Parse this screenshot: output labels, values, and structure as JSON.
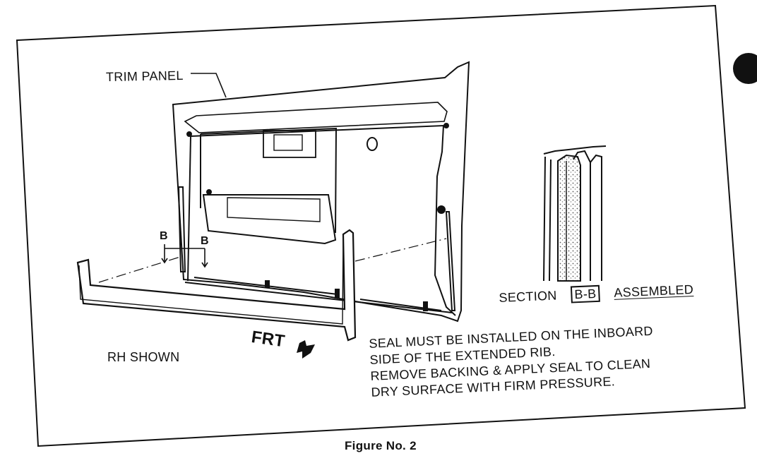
{
  "labels": {
    "trim_panel": "TRIM PANEL",
    "rh_shown": "RH SHOWN",
    "section": "SECTION",
    "section_ref": "B-B",
    "assembled": "ASSEMBLED",
    "frt": "FRT",
    "b_left": "B",
    "b_right": "B"
  },
  "notes": {
    "line1": "SEAL MUST BE INSTALLED ON THE INBOARD",
    "line2": "SIDE OF THE EXTENDED RIB.",
    "line3": "REMOVE BACKING & APPLY SEAL TO CLEAN",
    "line4": "DRY SURFACE WITH FIRM PRESSURE."
  },
  "caption": "Figure No. 2",
  "colors": {
    "ink": "#111111",
    "paper": "#ffffff",
    "speckle": "#555555"
  },
  "icons": [
    "frt-arrow-icon",
    "registration-dot-icon"
  ]
}
